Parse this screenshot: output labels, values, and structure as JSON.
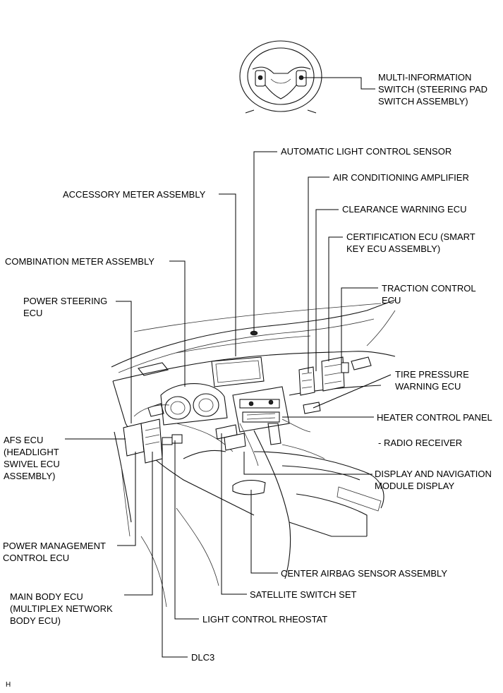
{
  "labels": {
    "multi_info_switch": [
      "MULTI-INFORMATION",
      "SWITCH (STEERING PAD",
      "SWITCH ASSEMBLY)"
    ],
    "auto_light_sensor": [
      "AUTOMATIC LIGHT CONTROL SENSOR"
    ],
    "ac_amplifier": [
      "AIR CONDITIONING AMPLIFIER"
    ],
    "accessory_meter": [
      "ACCESSORY METER ASSEMBLY"
    ],
    "clearance_warning": [
      "CLEARANCE WARNING ECU"
    ],
    "certification_ecu": [
      "CERTIFICATION ECU (SMART",
      "KEY ECU ASSEMBLY)"
    ],
    "combination_meter": [
      "COMBINATION METER ASSEMBLY"
    ],
    "power_steering": [
      "POWER STEERING",
      "ECU"
    ],
    "traction_control": [
      "TRACTION CONTROL",
      "ECU"
    ],
    "tire_pressure": [
      "TIRE PRESSURE",
      "WARNING ECU"
    ],
    "heater_panel": [
      "HEATER CONTROL PANEL"
    ],
    "afs_ecu": [
      "AFS ECU",
      "(HEADLIGHT",
      "SWIVEL ECU",
      "ASSEMBLY)"
    ],
    "radio_receiver": [
      "- RADIO RECEIVER"
    ],
    "display_nav": [
      "DISPLAY AND NAVIGATION",
      "MODULE DISPLAY"
    ],
    "power_mgmt": [
      "POWER MANAGEMENT",
      "CONTROL ECU"
    ],
    "center_airbag": [
      "CENTER AIRBAG SENSOR ASSEMBLY"
    ],
    "main_body": [
      "MAIN BODY ECU",
      "(MULTIPLEX NETWORK",
      "BODY ECU)"
    ],
    "satellite_switch": [
      "SATELLITE SWITCH SET"
    ],
    "light_rheostat": [
      "LIGHT CONTROL RHEOSTAT"
    ],
    "dlc3": [
      "DLC3"
    ],
    "corner_mark": [
      "H"
    ]
  }
}
